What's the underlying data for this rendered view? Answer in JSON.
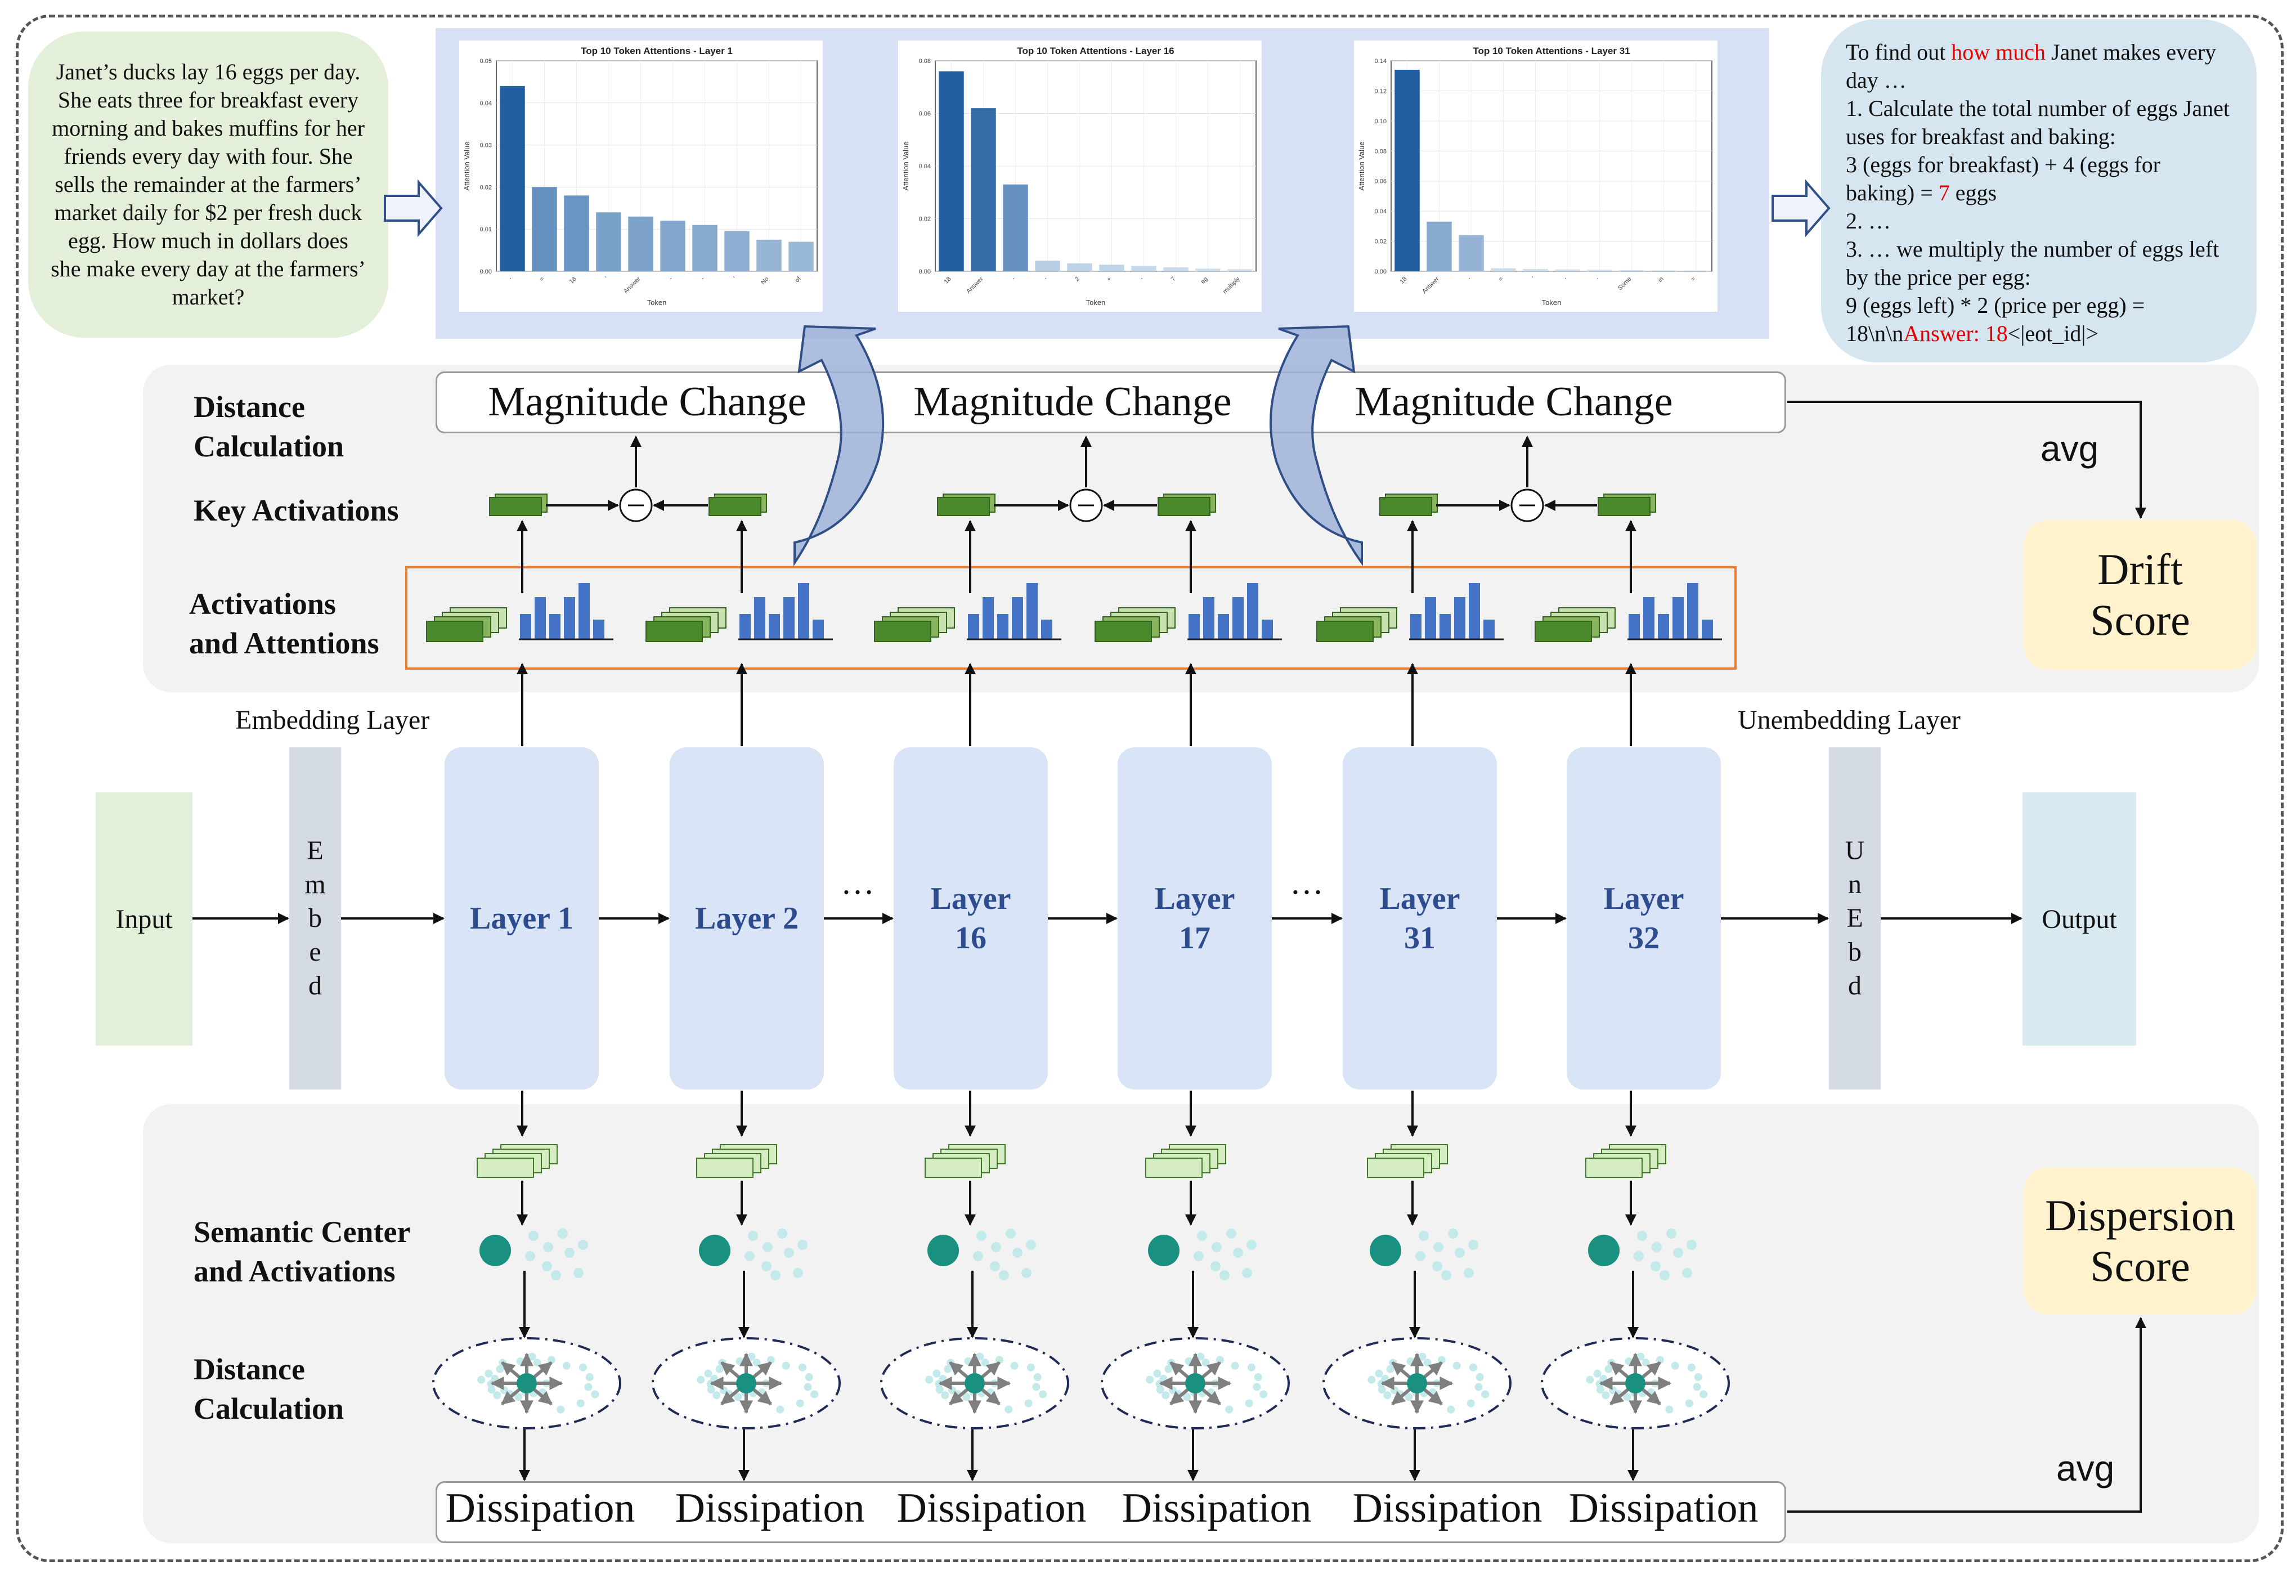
{
  "question": "Janet’s ducks lay 16 eggs per day. She eats three for breakfast every morning and bakes muffins for her friends every day with four. She sells the remainder at the farmers’ market daily for $2 per fresh duck egg. How much in dollars does she make every day at the farmers’ market?",
  "answer": {
    "line1_pre": "To find out ",
    "line1_red": "how much",
    "line1_post": " Janet makes every day …",
    "line2": "1. Calculate the total number of eggs Janet uses for breakfast and baking:",
    "line3_pre": "3 (eggs for breakfast) + 4 (eggs for baking) = ",
    "line3_red": "7",
    "line3_post": " eggs",
    "line4": "2. …",
    "line5": "3. … we multiply the number of eggs left by the price per egg:",
    "line6": "9 (eggs left) * 2 (price per egg) = 18\\n\\n",
    "line6_red": "Answer: 18",
    "line6_post": "<|eot_id|>"
  },
  "labels": {
    "distance_calc_top": [
      "Distance",
      "Calculation"
    ],
    "key_activations": "Key Activations",
    "act_attn": [
      "Activations",
      "and Attentions"
    ],
    "semantic_center": [
      "Semantic Center",
      "and Activations"
    ],
    "distance_calc_bottom": [
      "Distance",
      "Calculation"
    ],
    "embedding_layer": "Embedding Layer",
    "unembedding_layer": "Unembedding Layer",
    "magnitude_change": "Magnitude Change",
    "avg": "avg",
    "drift_score": [
      "Drift",
      "Score"
    ],
    "dispersion_score": [
      "Dispersion",
      "Score"
    ],
    "dissipation": "Dissipation",
    "input": "Input",
    "output": "Output",
    "embed_letters": [
      "E",
      "m",
      "b",
      "e",
      "d"
    ],
    "unembed_letters": [
      "U",
      "n",
      "E",
      "b",
      "d"
    ],
    "ellipsis": "…"
  },
  "layers": [
    {
      "lines": [
        "Layer 1"
      ]
    },
    {
      "lines": [
        "Layer 2"
      ]
    },
    {
      "lines": [
        "Layer",
        "16"
      ]
    },
    {
      "lines": [
        "Layer",
        "17"
      ]
    },
    {
      "lines": [
        "Layer",
        "31"
      ]
    },
    {
      "lines": [
        "Layer",
        "32"
      ]
    }
  ],
  "chart_data": [
    {
      "type": "bar",
      "title": "Top 10 Token Attentions - Layer 1",
      "xlabel": "Token",
      "ylabel": "Attention Value",
      "categories": [
        "-",
        "=",
        "18",
        "'",
        "Answer",
        "-",
        "-",
        "'",
        "No",
        "of"
      ],
      "values": [
        0.044,
        0.02,
        0.018,
        0.014,
        0.013,
        0.012,
        0.011,
        0.0095,
        0.0075,
        0.007
      ],
      "ylim": [
        0,
        0.05
      ],
      "yticks": [
        "0.00",
        "0.01",
        "0.02",
        "0.03",
        "0.04",
        "0.05"
      ],
      "grid": true
    },
    {
      "type": "bar",
      "title": "Top 10 Token Attentions - Layer 16",
      "xlabel": "Token",
      "ylabel": "Attention Value",
      "categories": [
        "18",
        "Answer",
        "-",
        "-",
        "2",
        "+",
        "-",
        "7",
        "eg",
        "multiply"
      ],
      "values": [
        0.076,
        0.062,
        0.033,
        0.004,
        0.003,
        0.0025,
        0.002,
        0.0015,
        0.001,
        0.0008
      ],
      "ylim": [
        0,
        0.08
      ],
      "yticks": [
        "0.00",
        "0.02",
        "0.04",
        "0.06",
        "0.08"
      ],
      "grid": true
    },
    {
      "type": "bar",
      "title": "Top 10 Token Attentions - Layer 31",
      "xlabel": "Token",
      "ylabel": "Attention Value",
      "categories": [
        "18",
        "Answer",
        "-",
        "=",
        "'",
        "-",
        "-",
        "Some",
        "in",
        "="
      ],
      "values": [
        0.134,
        0.033,
        0.024,
        0.002,
        0.0015,
        0.0012,
        0.001,
        0.0008,
        0.0006,
        0.0005
      ],
      "ylim": [
        0,
        0.14
      ],
      "yticks": [
        "0.00",
        "0.02",
        "0.04",
        "0.06",
        "0.08",
        "0.10",
        "0.12",
        "0.14"
      ],
      "grid": true
    }
  ]
}
